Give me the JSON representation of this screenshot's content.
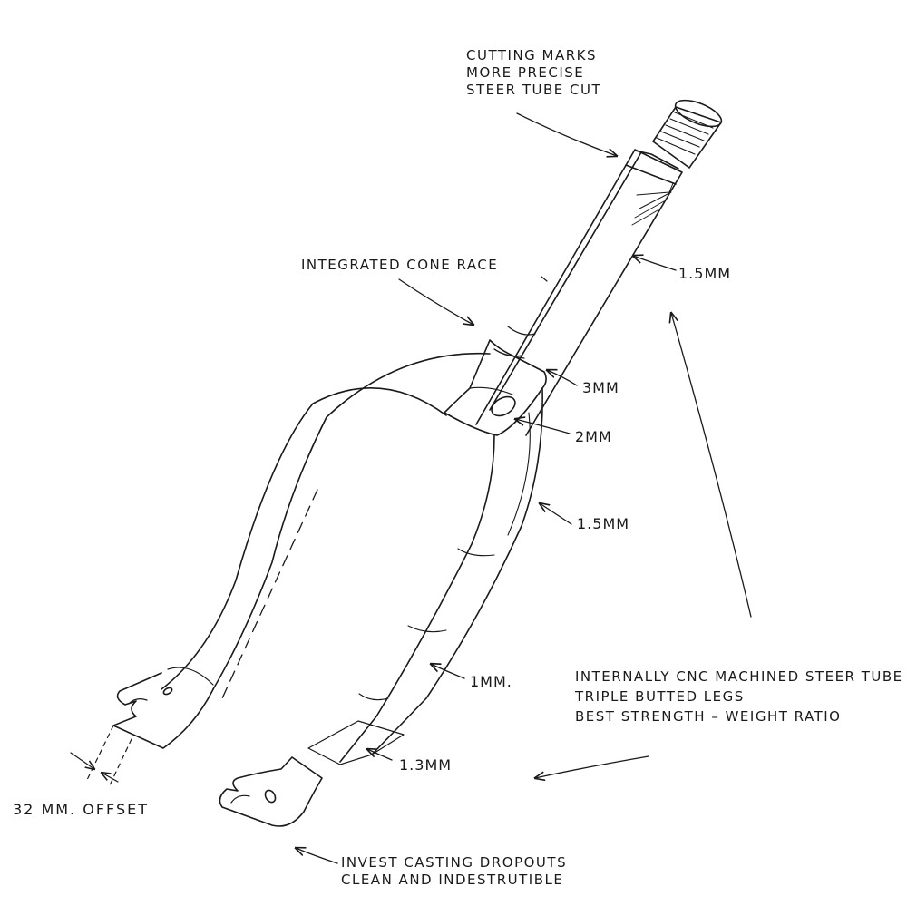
{
  "labels": {
    "cutting_marks": [
      "CUTTING MARKS",
      "MORE PRECISE",
      "STEER TUBE CUT"
    ],
    "cone_race": "INTEGRATED CONE RACE",
    "steer_wall": "1.5MM",
    "crown_upper_wall": "3MM",
    "crown_lower_wall": "2MM",
    "leg_upper_wall": "1.5MM",
    "leg_middle_wall": "1MM.",
    "leg_lower_wall": "1.3MM",
    "offset": "32 MM. OFFSET",
    "features": [
      "INTERNALLY CNC MACHINED STEER TUBE",
      "TRIPLE BUTTED LEGS",
      "BEST STRENGTH – WEIGHT RATIO"
    ],
    "dropouts": [
      "INVEST CASTING DROPOUTS",
      "CLEAN AND INDESTRUTIBLE"
    ]
  }
}
